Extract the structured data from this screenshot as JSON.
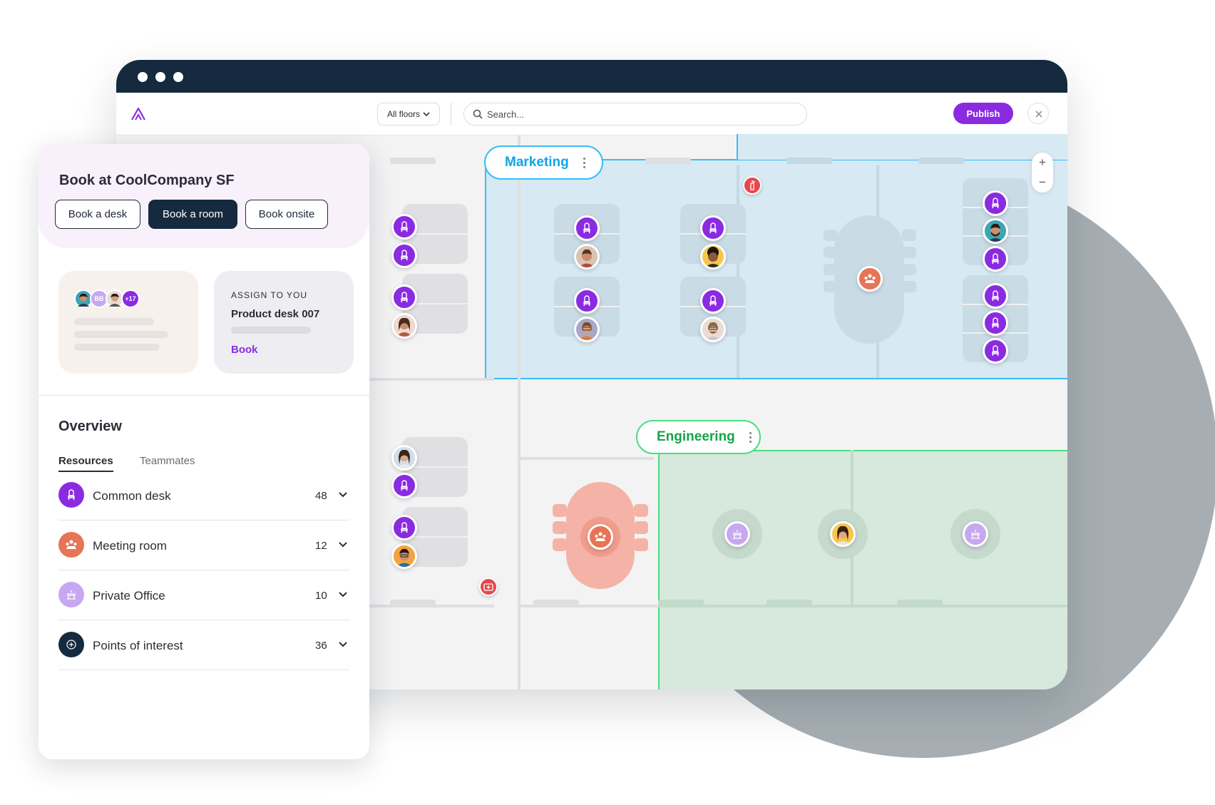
{
  "window": {
    "floor_select": "All floors",
    "search_placeholder": "Search...",
    "publish_label": "Publish"
  },
  "map": {
    "zones": [
      {
        "name": "Marketing",
        "color": "#0ea5e9"
      },
      {
        "name": "Engineering",
        "color": "#16a34a"
      }
    ]
  },
  "booking": {
    "title": "Book at CoolCompany SF",
    "buttons": [
      {
        "label": "Book a desk",
        "active": false
      },
      {
        "label": "Book a room",
        "active": true
      },
      {
        "label": "Book onsite",
        "active": false
      }
    ],
    "teammates_card": {
      "avatar_initials": "BB",
      "extra_count": "+17"
    },
    "assign_card": {
      "heading": "ASSIGN TO YOU",
      "item": "Product desk 007",
      "action": "Book"
    }
  },
  "overview": {
    "title": "Overview",
    "tabs": [
      {
        "label": "Resources",
        "active": true
      },
      {
        "label": "Teammates",
        "active": false
      }
    ],
    "resources": [
      {
        "label": "Common desk",
        "count": "48",
        "icon": "desk-chair-icon",
        "color": "#8a2be2"
      },
      {
        "label": "Meeting room",
        "count": "12",
        "icon": "meeting-room-icon",
        "color": "#e67456"
      },
      {
        "label": "Private Office",
        "count": "10",
        "icon": "private-office-icon",
        "color": "#c7a8f0"
      },
      {
        "label": "Points of interest",
        "count": "36",
        "icon": "point-of-interest-icon",
        "color": "#152a3e"
      }
    ]
  },
  "colors": {
    "brand": "#8a2be2",
    "navy": "#152a3e",
    "meeting": "#e67456",
    "marketing_zone": "#0ea5e9",
    "engineering_zone": "#16a34a"
  }
}
